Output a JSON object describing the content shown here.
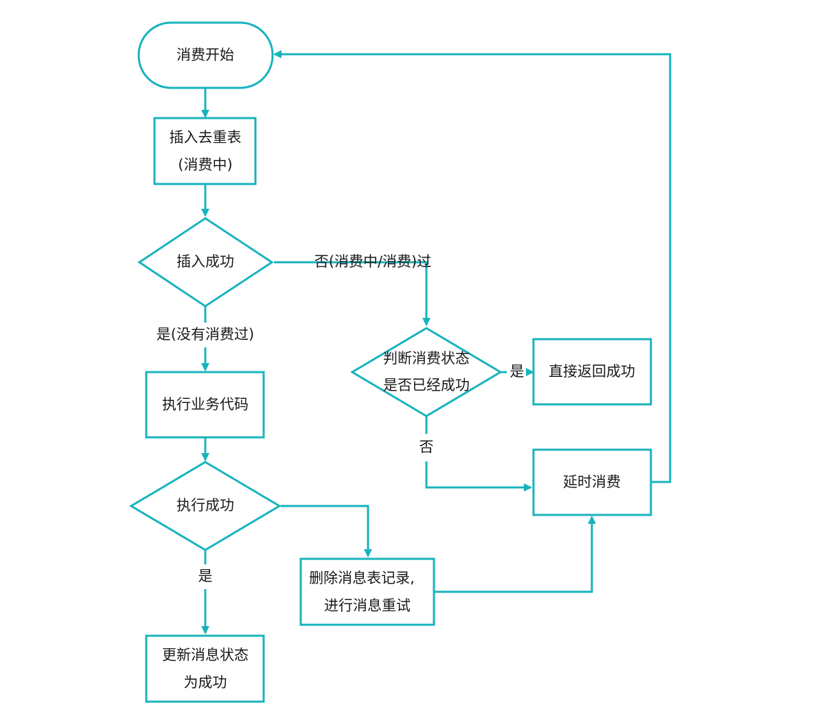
{
  "nodes": {
    "start": "消费开始",
    "insert_dedup": [
      "插入去重表",
      "(消费中)"
    ],
    "insert_success": "插入成功",
    "execute_code": "执行业务代码",
    "execute_success": "执行成功",
    "update_status": [
      "更新消息状态",
      "为成功"
    ],
    "delete_retry": [
      "删除消息表记录,",
      "进行消息重试"
    ],
    "judge_status": [
      "判断消费状态",
      "是否已经成功"
    ],
    "return_success": "直接返回成功",
    "delay_consume": "延时消费"
  },
  "edges": {
    "insert_no": "否(消费中/消费)过",
    "insert_yes": "是(没有消费过)",
    "judge_yes": "是",
    "judge_no": "否",
    "execute_yes": "是"
  },
  "colors": {
    "stroke": "#17b3bd",
    "text": "#1a1a1a"
  }
}
